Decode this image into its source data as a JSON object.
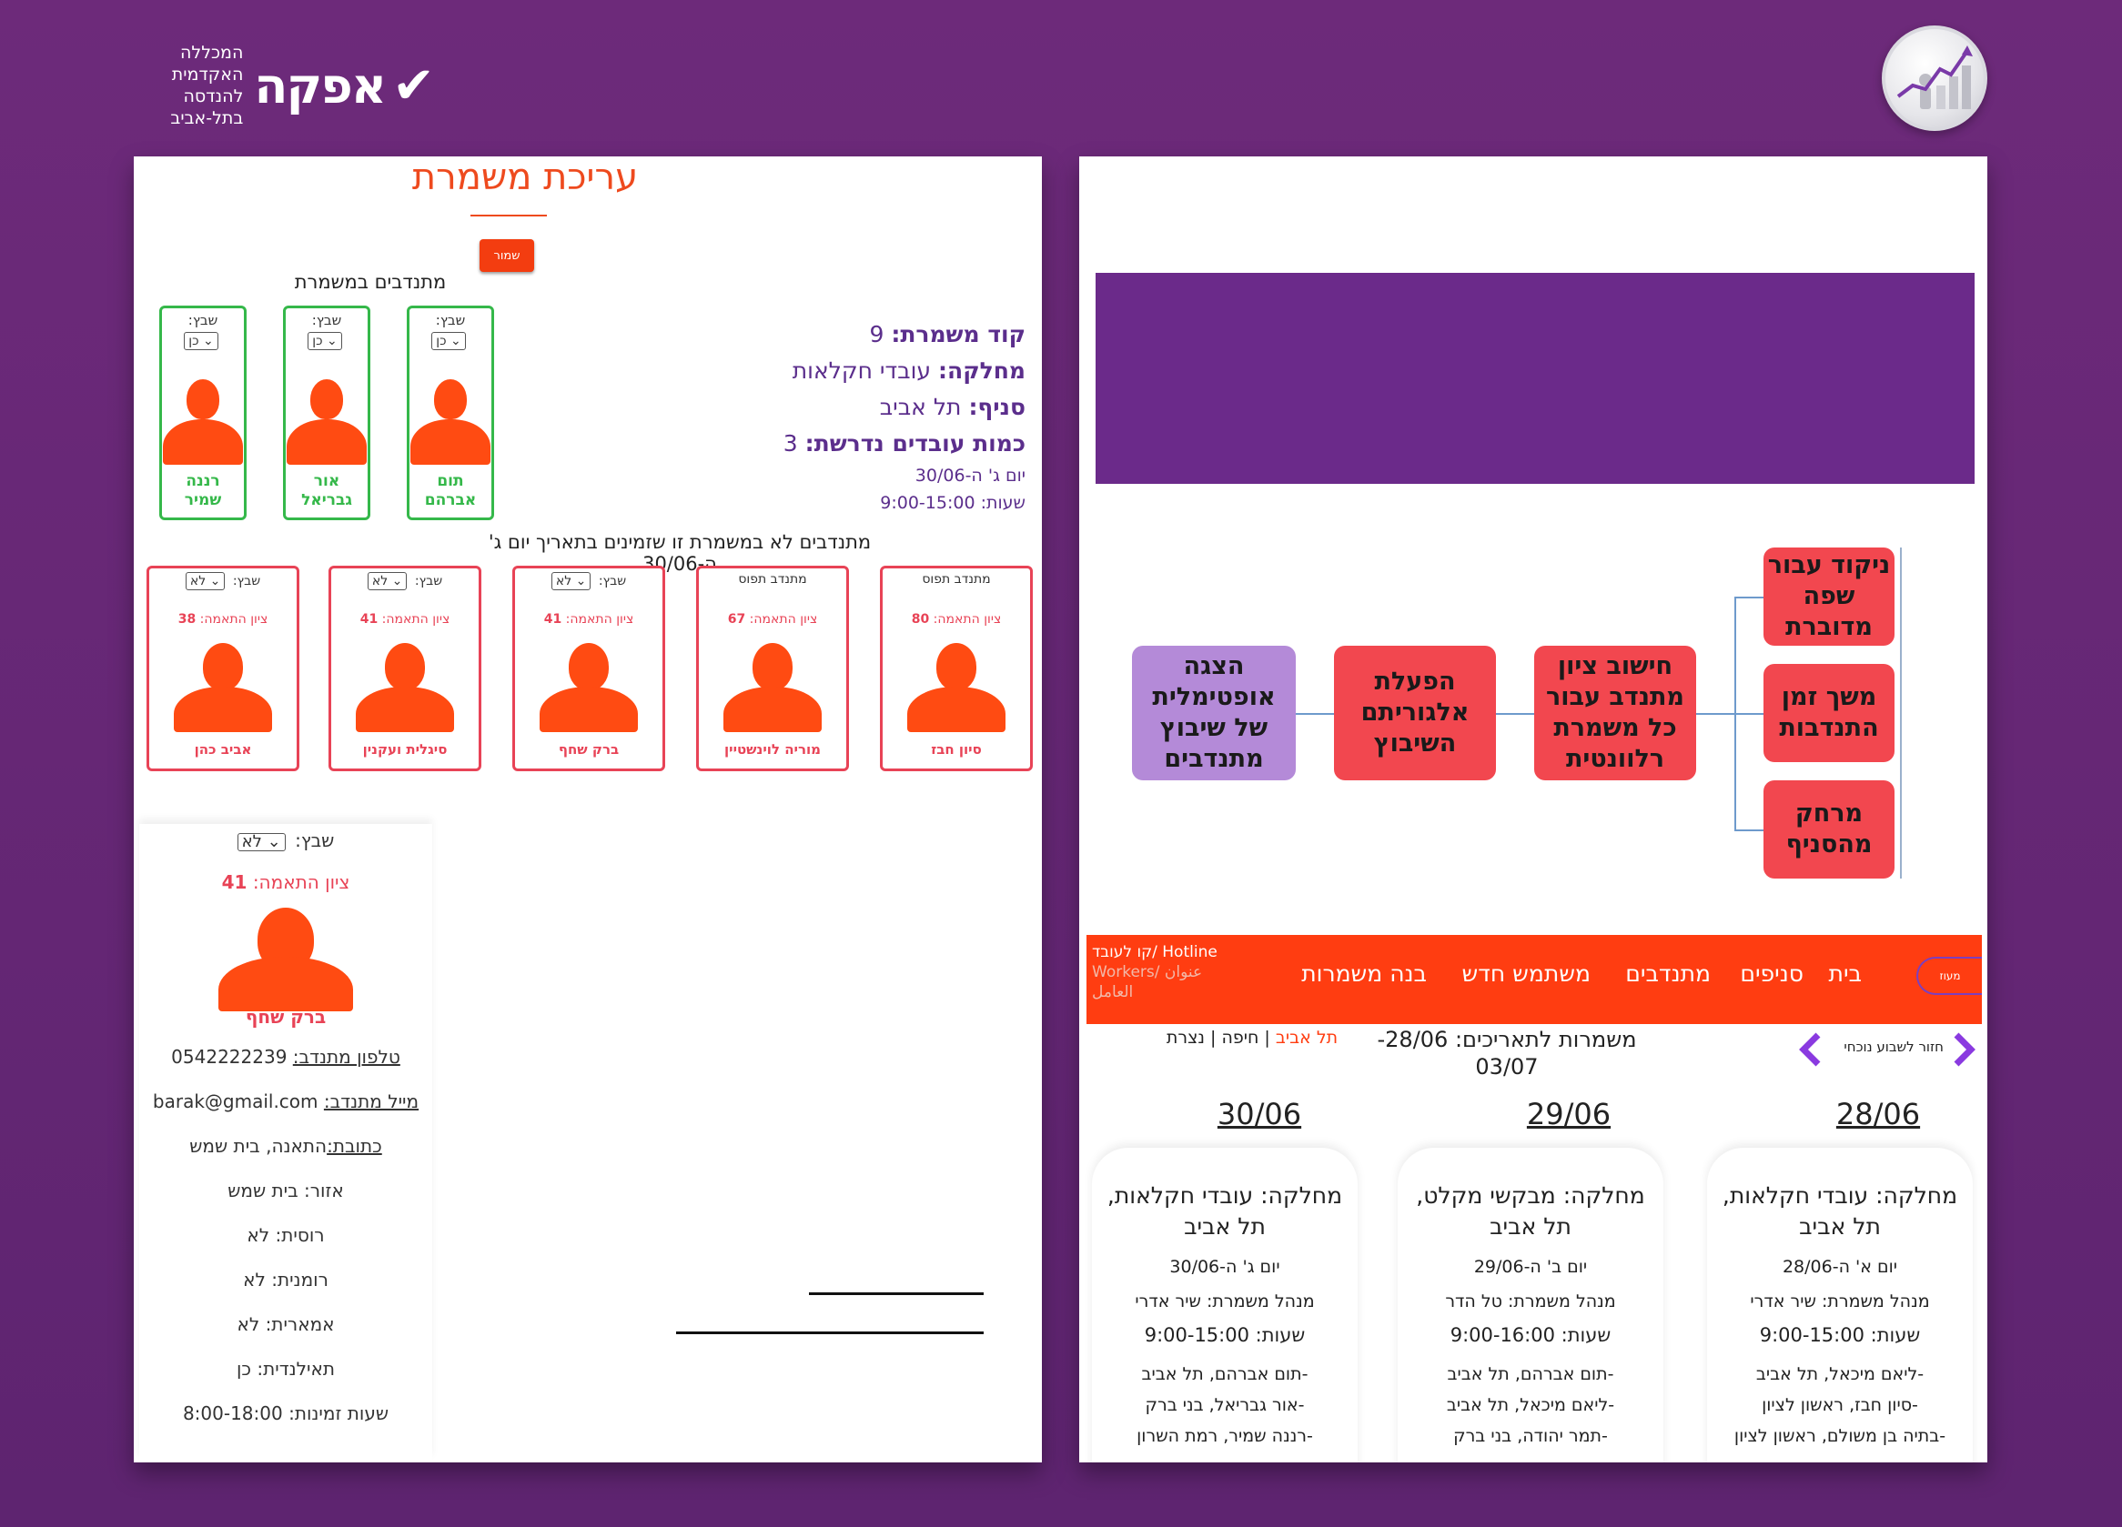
{
  "brand": {
    "afeka_mark": "✔",
    "afeka_name": "אפקה",
    "afeka_sub1": "המכללה האקדמית",
    "afeka_sub2": "להנדסה בתל-אביב",
    "app_logo_icon": "chart-person-icon"
  },
  "edit_shift": {
    "title": "עריכת משמרת",
    "save_label": "שמור",
    "in_shift_label": "מתנדבים במשמרת",
    "shift_code_label": "קוד משמרת:",
    "shift_code_value": "9",
    "department_label": "מחלקה:",
    "department_value": "עובדי חקלאות",
    "branch_label": "סניף:",
    "branch_value": "תל אביב",
    "required_label": "כמות עובדים נדרשת:",
    "required_value": "3",
    "day_line": "יום ג' ה-30/06",
    "hours_line": "שעות: 9:00-15:00",
    "assign_q": "שבץ:",
    "assigned": [
      {
        "name1": "תום",
        "name2": "אברהם",
        "select": "כן"
      },
      {
        "name1": "אור",
        "name2": "גבריאל",
        "select": "כן"
      },
      {
        "name1": "רננה",
        "name2": "שמיר",
        "select": "כן"
      }
    ],
    "not_in_label": "מתנדבים לא במשמרת זו שזמינים בתאריך יום ג' ה-30/06",
    "match_label": "ציון התאמה:",
    "candidates": [
      {
        "name": "סיון חבז",
        "score": "80",
        "status": "מתנדב תפוס"
      },
      {
        "name": "מוריה לוינשטיין",
        "score": "67",
        "status": "מתנדב תפוס"
      },
      {
        "name": "ברק שחף",
        "score": "41",
        "select": "לא"
      },
      {
        "name": "סיגלית ועקנין",
        "score": "41",
        "select": "לא"
      },
      {
        "name": "אביב כהן",
        "score": "38",
        "select": "לא"
      }
    ]
  },
  "detail": {
    "assign_q": "שבץ:",
    "select": "לא",
    "match_label": "ציון התאמה:",
    "score": "41",
    "name": "ברק שחף",
    "phone_label": "טלפון מתנדב:",
    "phone": "0542222239",
    "email_label": "מייל מתנדב:",
    "email": "barak@gmail.com",
    "address_label": "כתובת:",
    "address": "התאנה, בית שמש",
    "region": "אזור: בית שמש",
    "russian": "רוסית: לא",
    "romanian": "רומנית: לא",
    "amharic": "אמארית: לא",
    "thai": "תאילנדית: כן",
    "hours": "שעות זמינות: 8:00-18:00"
  },
  "flowchart": {
    "input1": "ניקוד עבור שפה מדוברת",
    "input2": "משך זמן התנדבות",
    "input3": "מרחק מהסניף",
    "step1": "חישוב ציון מתנדב עבור כל משמרת רלוונטית",
    "step2": "הפעלת אלגוריתם השיבוץ",
    "step3": "הצגה אופטימלית של שיבוץ מתנדבים"
  },
  "nav": {
    "home": "בית",
    "branches": "סניפים",
    "volunteers": "מתנדבים",
    "new_user": "משתמש חדש",
    "build_shifts": "בנה משמרות",
    "pill": "מעוז",
    "hotline_1": "קו לעובד/ Hotline",
    "hotline_2": "Workers/ عنوان العامل"
  },
  "schedule": {
    "back_label": "חזור לשבוע נוכחי",
    "dates_title_1": "משמרות לתאריכים: 28/06-",
    "dates_title_2": "03/07",
    "city_active": "תל אביב",
    "city_2": "חיפה",
    "city_3": "נצרת",
    "days": [
      {
        "date": "28/06",
        "dept1": "מחלקה: עובדי חקלאות,",
        "dept2": "תל אביב",
        "day": "יום א' ה-28/06",
        "manager": "מנהל משמרת: שיר אדרי",
        "hours": "שעות: 9:00-15:00",
        "v1": "-ליאם מיכאל, תל אביב",
        "v2": "-סיון חבז, ראשון לציון",
        "v3": "-בתיה בן משולם, ראשון לציון"
      },
      {
        "date": "29/06",
        "dept1": "מחלקה: מבקשי מקלט,",
        "dept2": "תל אביב",
        "day": "יום ב' ה-29/06",
        "manager": "מנהל משמרת: טל הדר",
        "hours": "שעות: 9:00-16:00",
        "v1": "-תום אברהם, תל אביב",
        "v2": "-ליאם מיכאל, תל אביב",
        "v3": "-תמר יהודה, בני ברק"
      },
      {
        "date": "30/06",
        "dept1": "מחלקה: עובדי חקלאות,",
        "dept2": "תל אביב",
        "day": "יום ג' ה-30/06",
        "manager": "מנהל משמרת: שיר אדרי",
        "hours": "שעות: 9:00-15:00",
        "v1": "-תום אברהם, תל אביב",
        "v2": "-אור גבריאל, בני ברק",
        "v3": "-רננה שמיר, רמת השרון"
      }
    ]
  },
  "colors": {
    "background": "#6d2a7a",
    "accent": "#ff3d11",
    "assigned_border": "#35b84a",
    "candidate_border": "#e84356",
    "info_text": "#5b2e8c",
    "flow_red": "#f2474f",
    "flow_purple": "#b48ad8"
  }
}
